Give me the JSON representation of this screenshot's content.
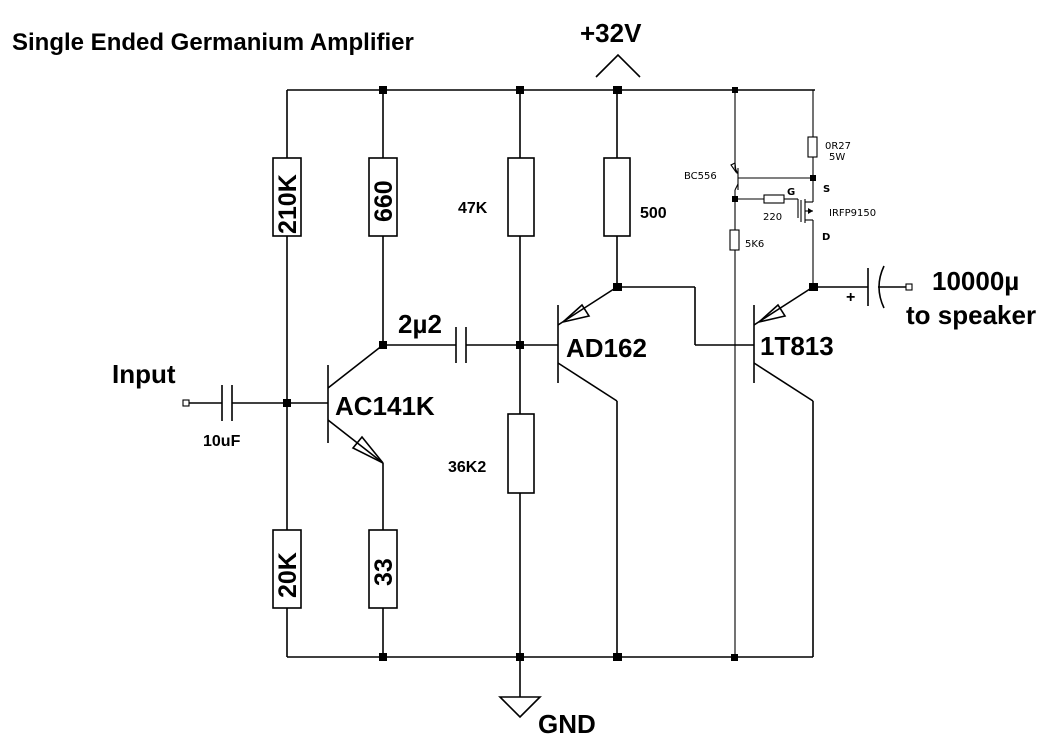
{
  "title": "Single Ended Germanium Amplifier",
  "supply_label": "+32V",
  "ground_label": "GND",
  "input_label": "Input",
  "output_cap_label": "10000µ",
  "output_label": "to speaker",
  "components": {
    "input_cap": "10uF",
    "r_bias_top": "210K",
    "r_bias_bottom": "20K",
    "r_collector1": "660",
    "r_emitter1": "33",
    "coupling_cap": "2µ2",
    "r_bias2_top": "47K",
    "r_bias2_bottom": "36K2",
    "r_collector2": "500",
    "transistor_q1": "AC141K",
    "transistor_q2": "AD162",
    "transistor_q3": "1T813",
    "transistor_bc": "BC556",
    "mosfet": "IRFP9150",
    "r_sense": "0R27",
    "r_sense_power": "5W",
    "r_gate": "220",
    "r_bc_base": "5K6",
    "pin_gate": "G",
    "pin_source": "S",
    "pin_drain": "D",
    "cap_plus": "+"
  }
}
